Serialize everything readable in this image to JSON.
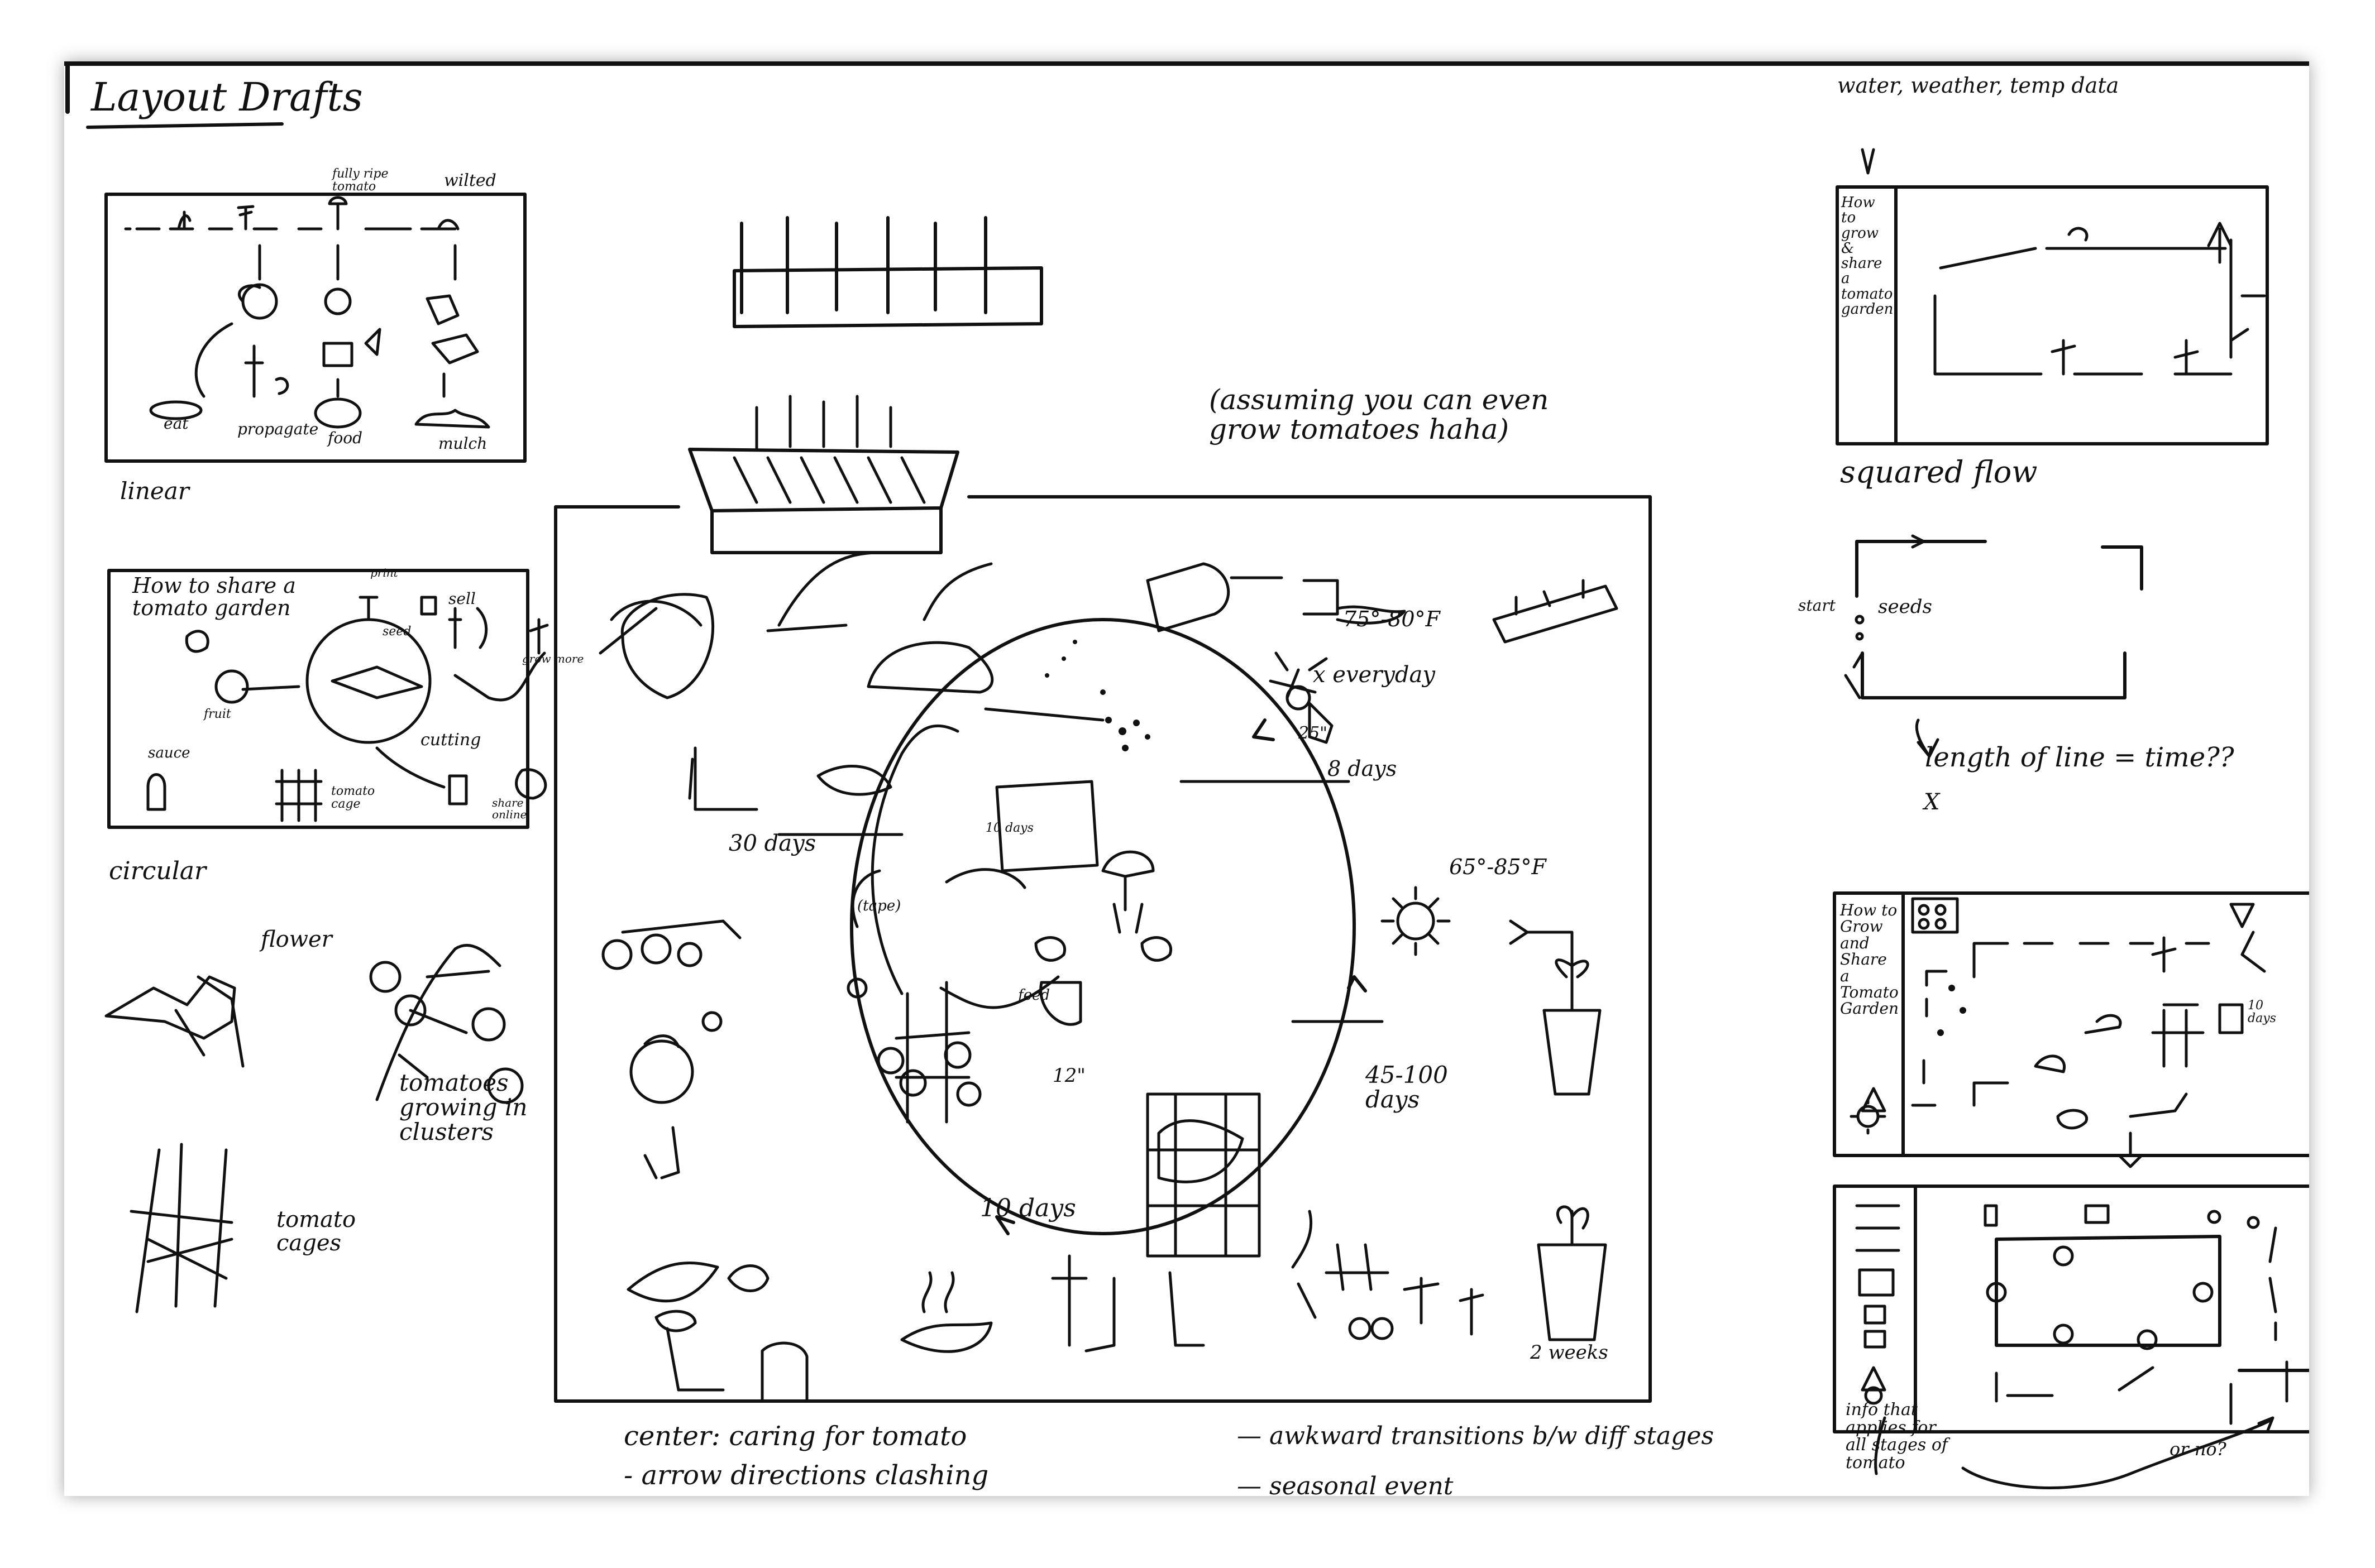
{
  "page": {
    "heading": "Layout Drafts"
  },
  "drafts": {
    "linear": {
      "caption": "linear",
      "stage_labels": [
        "fully ripe tomato",
        "wilted"
      ],
      "outcome_labels": [
        "eat",
        "propagate",
        "food",
        "mulch"
      ]
    },
    "circular": {
      "caption": "circular",
      "title": "How to share a tomato garden",
      "labels": [
        "seed",
        "print",
        "sell",
        "grow more",
        "fruit",
        "sauce",
        "cutting",
        "tomato cage",
        "share online"
      ]
    },
    "detail_sketches": {
      "flower": "flower",
      "tomato_clusters": "tomatoes growing in clusters",
      "tomato_cages": "tomato cages"
    },
    "main": {
      "aside": "(assuming you can even grow tomatoes haha)",
      "labels": {
        "temp_high": "75°-80°F",
        "water_freq": "x everyday",
        "depth": "25\"",
        "seed_days": "8 days",
        "temp_range": "65°-85°F",
        "sprout_days": "10 days",
        "transplant_days": "30 days",
        "harvest_days": "45-100 days",
        "height": "12\"",
        "cure_days": "10 days",
        "pot_weeks": "2 weeks",
        "tape": "(tape)",
        "feed": "feed"
      },
      "notes": {
        "center": "center: caring for tomato",
        "arrows": "- arrow directions clashing",
        "transitions": "— awkward transitions b/w diff stages",
        "seasonal": "— seasonal event"
      }
    },
    "right_top": {
      "header_note": "water, weather, temp data",
      "panel_title": "How to grow & share a tomato garden"
    },
    "squared_flow": {
      "title": "squared flow",
      "start": "start",
      "seeds": "seeds",
      "note": "length of line = time??",
      "mark": "X"
    },
    "right_mid": {
      "panel_title": "How to Grow and Share a Tomato Garden",
      "tag_days": "10 days"
    },
    "right_bottom": {
      "note": "info that applies for all stages of tomato",
      "question": "or no?"
    }
  }
}
